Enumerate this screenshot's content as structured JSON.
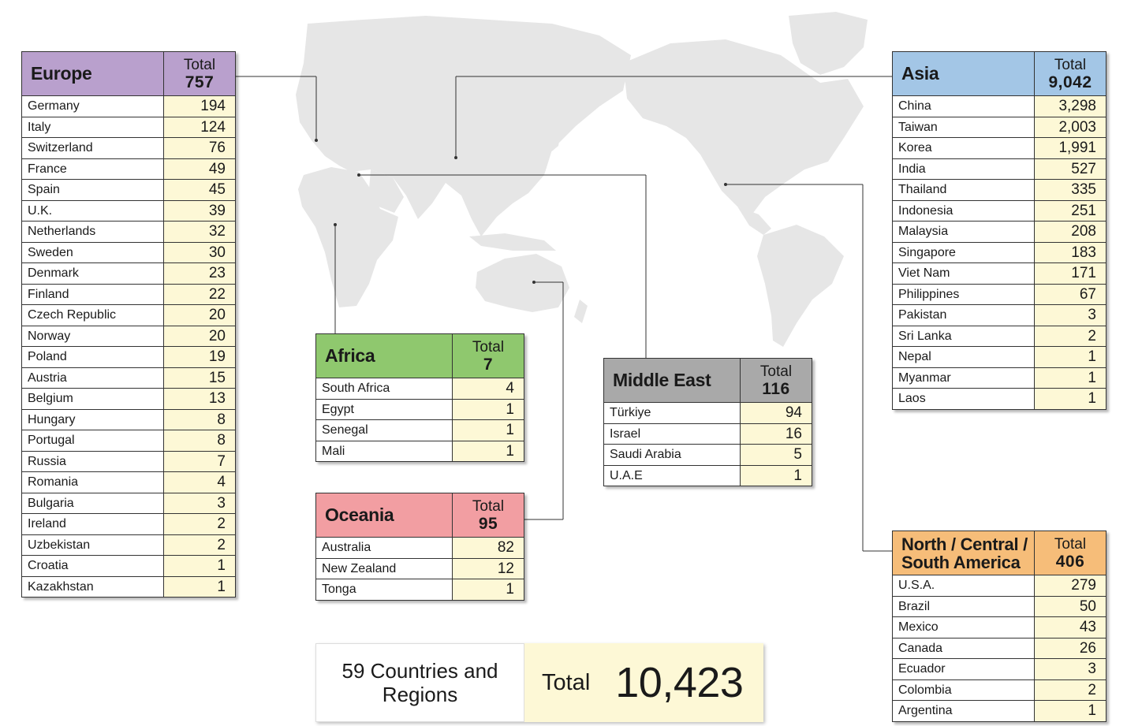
{
  "colors": {
    "europe_header": "#b9a0cd",
    "asia_header": "#a3c6e6",
    "africa_header": "#8fc86e",
    "middle_east_header": "#a9a9a9",
    "oceania_header": "#f29ea2",
    "americas_header": "#f6bd79",
    "count_cell": "#fdf8d6",
    "map_land": "#e6e6e6"
  },
  "regions": {
    "europe": {
      "name": "Europe",
      "total_label": "Total",
      "total": "757",
      "rows": [
        {
          "country": "Germany",
          "count": "194"
        },
        {
          "country": "Italy",
          "count": "124"
        },
        {
          "country": "Switzerland",
          "count": "76"
        },
        {
          "country": "France",
          "count": "49"
        },
        {
          "country": "Spain",
          "count": "45"
        },
        {
          "country": "U.K.",
          "count": "39"
        },
        {
          "country": "Netherlands",
          "count": "32"
        },
        {
          "country": "Sweden",
          "count": "30"
        },
        {
          "country": "Denmark",
          "count": "23"
        },
        {
          "country": "Finland",
          "count": "22"
        },
        {
          "country": "Czech Republic",
          "count": "20"
        },
        {
          "country": "Norway",
          "count": "20"
        },
        {
          "country": "Poland",
          "count": "19"
        },
        {
          "country": "Austria",
          "count": "15"
        },
        {
          "country": "Belgium",
          "count": "13"
        },
        {
          "country": "Hungary",
          "count": "8"
        },
        {
          "country": "Portugal",
          "count": "8"
        },
        {
          "country": "Russia",
          "count": "7"
        },
        {
          "country": "Romania",
          "count": "4"
        },
        {
          "country": "Bulgaria",
          "count": "3"
        },
        {
          "country": "Ireland",
          "count": "2"
        },
        {
          "country": "Uzbekistan",
          "count": "2"
        },
        {
          "country": "Croatia",
          "count": "1"
        },
        {
          "country": "Kazakhstan",
          "count": "1"
        }
      ]
    },
    "asia": {
      "name": "Asia",
      "total_label": "Total",
      "total": "9,042",
      "rows": [
        {
          "country": "China",
          "count": "3,298"
        },
        {
          "country": "Taiwan",
          "count": "2,003"
        },
        {
          "country": "Korea",
          "count": "1,991"
        },
        {
          "country": "India",
          "count": "527"
        },
        {
          "country": "Thailand",
          "count": "335"
        },
        {
          "country": "Indonesia",
          "count": "251"
        },
        {
          "country": "Malaysia",
          "count": "208"
        },
        {
          "country": "Singapore",
          "count": "183"
        },
        {
          "country": "Viet Nam",
          "count": "171"
        },
        {
          "country": "Philippines",
          "count": "67"
        },
        {
          "country": "Pakistan",
          "count": "3"
        },
        {
          "country": "Sri Lanka",
          "count": "2"
        },
        {
          "country": "Nepal",
          "count": "1"
        },
        {
          "country": "Myanmar",
          "count": "1"
        },
        {
          "country": "Laos",
          "count": "1"
        }
      ]
    },
    "africa": {
      "name": "Africa",
      "total_label": "Total",
      "total": "7",
      "rows": [
        {
          "country": "South Africa",
          "count": "4"
        },
        {
          "country": "Egypt",
          "count": "1"
        },
        {
          "country": "Senegal",
          "count": "1"
        },
        {
          "country": "Mali",
          "count": "1"
        }
      ]
    },
    "middle_east": {
      "name": "Middle East",
      "total_label": "Total",
      "total": "116",
      "rows": [
        {
          "country": "Türkiye",
          "count": "94"
        },
        {
          "country": "Israel",
          "count": "16"
        },
        {
          "country": "Saudi Arabia",
          "count": "5"
        },
        {
          "country": "U.A.E",
          "count": "1"
        }
      ]
    },
    "oceania": {
      "name": "Oceania",
      "total_label": "Total",
      "total": "95",
      "rows": [
        {
          "country": "Australia",
          "count": "82"
        },
        {
          "country": "New Zealand",
          "count": "12"
        },
        {
          "country": "Tonga",
          "count": "1"
        }
      ]
    },
    "americas": {
      "name_line1": "North / Central /",
      "name_line2": "South America",
      "total_label": "Total",
      "total": "406",
      "rows": [
        {
          "country": "U.S.A.",
          "count": "279"
        },
        {
          "country": "Brazil",
          "count": "50"
        },
        {
          "country": "Mexico",
          "count": "43"
        },
        {
          "country": "Canada",
          "count": "26"
        },
        {
          "country": "Ecuador",
          "count": "3"
        },
        {
          "country": "Colombia",
          "count": "2"
        },
        {
          "country": "Argentina",
          "count": "1"
        }
      ]
    }
  },
  "grand_total": {
    "countries_text": "59 Countries and Regions",
    "label": "Total",
    "value": "10,423"
  }
}
